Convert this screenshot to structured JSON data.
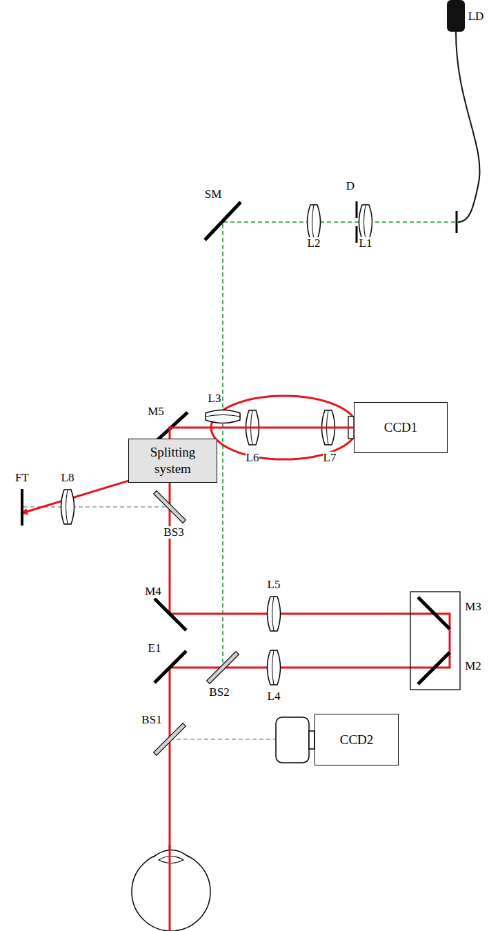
{
  "diagram": {
    "nodes": [
      {
        "text": [
          "CCD1"
        ]
      },
      {
        "text": [
          "Splitting system"
        ]
      },
      {
        "text": [
          "CCD2"
        ]
      }
    ],
    "edges": [
      {
        "from": 1,
        "to": 0,
        "arrow": "none"
      }
    ],
    "labels": [
      "LD",
      "D",
      "SM",
      "L2",
      "L1",
      "L3",
      "M5",
      "L6",
      "L7",
      "FT",
      "L8",
      "BS3",
      "L5",
      "M3",
      "M4",
      "E1",
      "BS2",
      "M2",
      "L4",
      "BS1"
    ]
  }
}
